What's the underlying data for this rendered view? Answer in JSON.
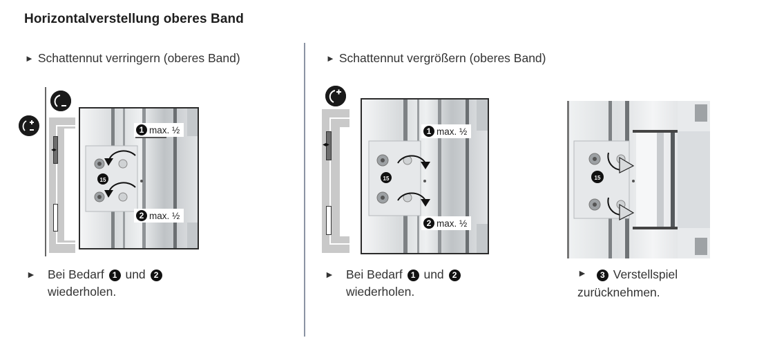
{
  "page": {
    "title": "Horizontalverstellung oberes Band"
  },
  "panels": [
    {
      "heading": "Schattennut verringern (oberes Band)",
      "bullet": "►",
      "icons": [
        "rotate-minus-icon",
        "plus-minus-icon"
      ],
      "labels": [
        {
          "num": "1",
          "text": "max. ½"
        },
        {
          "num": "2",
          "text": "max. ½"
        }
      ],
      "torx": "T15",
      "rotation": "counterclockwise",
      "step": {
        "prefix": "Bei Bedarf",
        "num1": "1",
        "mid": "und",
        "num2": "2",
        "suffix": "wiederholen."
      }
    },
    {
      "heading": "Schattennut vergrößern (oberes Band)",
      "bullet": "►",
      "icons": [
        "rotate-plus-icon"
      ],
      "labels": [
        {
          "num": "1",
          "text": "max. ½"
        },
        {
          "num": "2",
          "text": "max. ½"
        }
      ],
      "torx": "T15",
      "rotation": "clockwise",
      "step": {
        "prefix": "Bei Bedarf",
        "num1": "1",
        "mid": "und",
        "num2": "2",
        "suffix": "wiederholen."
      }
    },
    {
      "torx": "T15",
      "step": {
        "num": "3",
        "text": "Verstellspiel",
        "suffix": "zurücknehmen."
      }
    }
  ]
}
